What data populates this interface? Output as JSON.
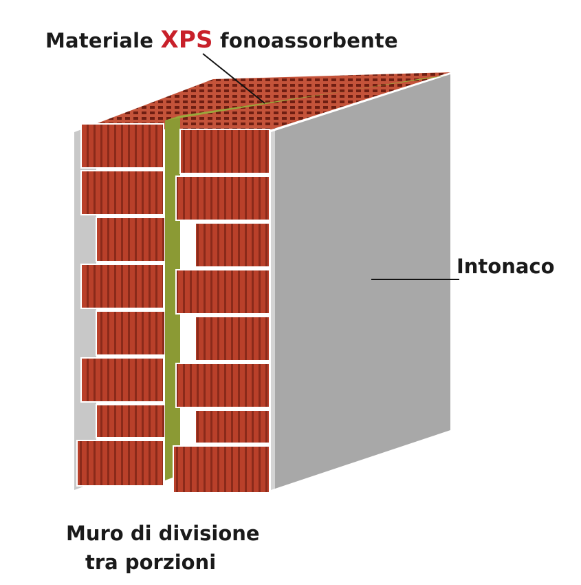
{
  "title": {
    "prefix": "Materiale",
    "highlight": "XPS",
    "suffix": "fonoassorbente",
    "highlight_color": "#c8202a"
  },
  "labels": {
    "plaster": "Intonaco"
  },
  "caption": {
    "line1": "Muro di divisione",
    "line2": "tra porzioni"
  },
  "colors": {
    "brick": "#b9402a",
    "brick_dark": "#7c2416",
    "brick_light": "#d66a4c",
    "insulation": "#8b9a34",
    "plaster": "#a8a8a8",
    "plaster_edge": "#d4d4d4"
  }
}
